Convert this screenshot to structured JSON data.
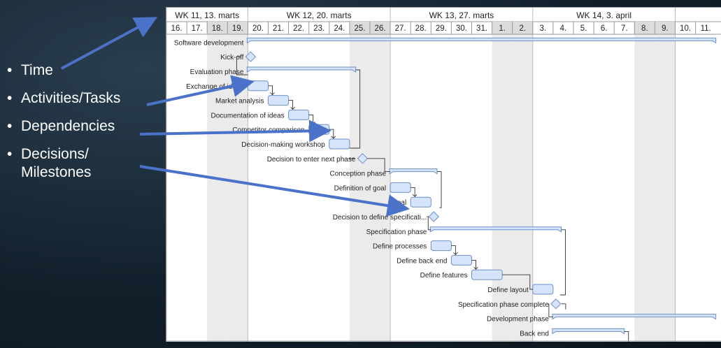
{
  "bullets": [
    "Time",
    "Activities/Tasks",
    "Dependencies",
    "Decisions/",
    "Milestones"
  ],
  "weeks": [
    "WK 11, 13. marts",
    "WK 12, 20. marts",
    "WK 13, 27. marts",
    "WK 14, 3. april"
  ],
  "days": [
    "16.",
    "17.",
    "18.",
    "19.",
    "20.",
    "21.",
    "22.",
    "23.",
    "24.",
    "25.",
    "26.",
    "27.",
    "28.",
    "29.",
    "30.",
    "31.",
    "1.",
    "2.",
    "3.",
    "4.",
    "5.",
    "6.",
    "7.",
    "8.",
    "9.",
    "10.",
    "11."
  ],
  "tasks": [
    {
      "label": "Software development",
      "type": "summary",
      "start": 4,
      "end": 27
    },
    {
      "label": "Kick-off",
      "type": "milestone",
      "at": 4
    },
    {
      "label": "Evaluation phase",
      "type": "summary",
      "start": 4,
      "end": 9.3
    },
    {
      "label": "Exchange of ideas",
      "type": "task",
      "start": 4,
      "end": 5
    },
    {
      "label": "Market analysis",
      "type": "task",
      "start": 5,
      "end": 6
    },
    {
      "label": "Documentation of ideas",
      "type": "task",
      "start": 6,
      "end": 7
    },
    {
      "label": "Competitor comparison",
      "type": "task",
      "start": 7,
      "end": 8
    },
    {
      "label": "Decision-making workshop",
      "type": "task",
      "start": 8,
      "end": 9
    },
    {
      "label": "Decision to enter next phase",
      "type": "milestone",
      "at": 9.5
    },
    {
      "label": "Conception phase",
      "type": "summary",
      "start": 11,
      "end": 13.3
    },
    {
      "label": "Definition of goal",
      "type": "task",
      "start": 11,
      "end": 12
    },
    {
      "label": "Goal",
      "type": "task",
      "start": 12,
      "end": 13
    },
    {
      "label": "Decision to define specificati...",
      "type": "milestone",
      "at": 13
    },
    {
      "label": "Specification phase",
      "type": "summary",
      "start": 13,
      "end": 19.4
    },
    {
      "label": "Define processes",
      "type": "task",
      "start": 13,
      "end": 14
    },
    {
      "label": "Define back end",
      "type": "task",
      "start": 14,
      "end": 15
    },
    {
      "label": "Define features",
      "type": "task",
      "start": 15,
      "end": 16.5
    },
    {
      "label": "Define layout",
      "type": "task",
      "start": 18,
      "end": 19
    },
    {
      "label": "Specification phase complete",
      "type": "milestone",
      "at": 19
    },
    {
      "label": "Development phase",
      "type": "summary",
      "start": 19,
      "end": 27
    },
    {
      "label": "Back end",
      "type": "summary",
      "start": 19,
      "end": 22.5
    }
  ],
  "colors": {
    "bar_fill": "#d6e4fb",
    "bar_stroke": "#6b8fc8",
    "weekend": "#ebebeb",
    "arrow": "#3b62b8"
  }
}
